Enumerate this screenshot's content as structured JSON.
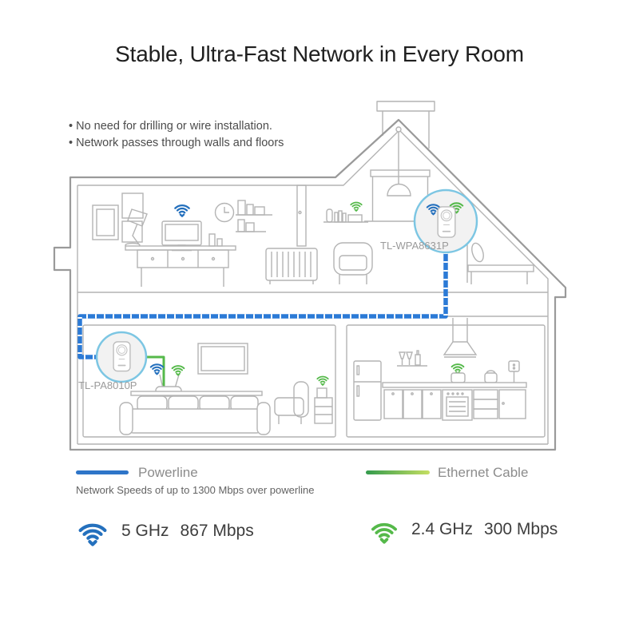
{
  "title": "Stable, Ultra-Fast Network in Every Room",
  "bullets": [
    "No need for drilling or wire installation.",
    "Network passes through walls and floors"
  ],
  "devices": {
    "attic_label": "TL-WPA8631P",
    "living_label": "TL-PA8010P"
  },
  "legend": {
    "powerline_label": "Powerline",
    "powerline_note": "Network Speeds of up to 1300 Mbps over powerline",
    "ethernet_label": "Ethernet Cable"
  },
  "bands": [
    {
      "freq": "5 GHz",
      "speed": "867 Mbps",
      "band": "5GHz wifi"
    },
    {
      "freq": "2.4 GHz",
      "speed": "300 Mbps",
      "band": "2.4GHz wifi"
    }
  ],
  "icons": {
    "wifi": "wifi-signal-with-down-arrow",
    "device": "powerline-wall-plug-adapter"
  },
  "colors": {
    "blue": "#2470bd",
    "green": "#55b94a",
    "cable_blue": "#2b7ad6",
    "circle_stroke": "#7cc6e3",
    "powerline_line": "#2e75c8",
    "eth_start": "#339b4d",
    "eth_end": "#c6df63"
  }
}
